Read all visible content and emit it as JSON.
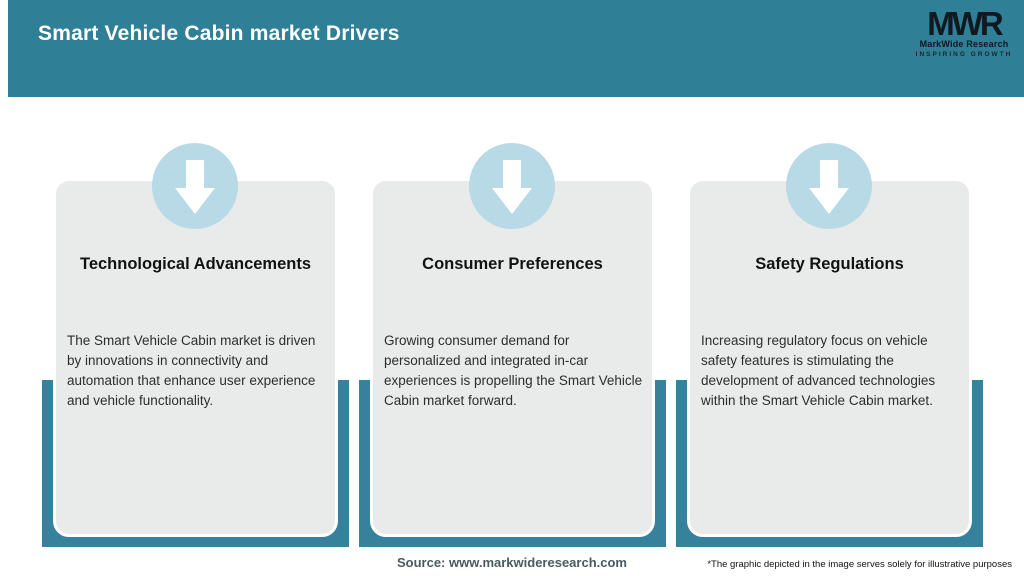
{
  "header": {
    "title": "Smart Vehicle Cabin market Drivers",
    "background_color": "#2f7f96"
  },
  "logo": {
    "monogram": "MWR",
    "name": "MarkWide Research",
    "tagline": "INSPIRING GROWTH"
  },
  "cards": [
    {
      "icon": "down-arrow-icon",
      "title": "Technological Advancements",
      "description": "The Smart Vehicle Cabin market is driven by innovations in connectivity and automation that enhance user experience and vehicle functionality."
    },
    {
      "icon": "down-arrow-icon",
      "title": "Consumer Preferences",
      "description": "Growing consumer demand for personalized and integrated in-car experiences is propelling the Smart Vehicle Cabin market forward."
    },
    {
      "icon": "down-arrow-icon",
      "title": "Safety Regulations",
      "description": "Increasing regulatory focus on vehicle safety features is stimulating the development of advanced technologies within the Smart Vehicle Cabin market."
    }
  ],
  "footer": {
    "source": "Source: www.markwideresearch.com",
    "disclaimer": "*The graphic depicted in the image serves solely for illustrative purposes"
  },
  "colors": {
    "header_teal": "#2f7f96",
    "backer_teal": "#36819b",
    "circle_blue": "#b7dae6",
    "card_gray": "#e9ebea",
    "title_white": "#ffffff",
    "logo_ink": "#101820",
    "source_ink": "#4a5a63",
    "body_ink": "#2d2d2d"
  },
  "icons": {
    "down_arrow": "⬇ white block arrow pointing down inside light-blue circle"
  }
}
